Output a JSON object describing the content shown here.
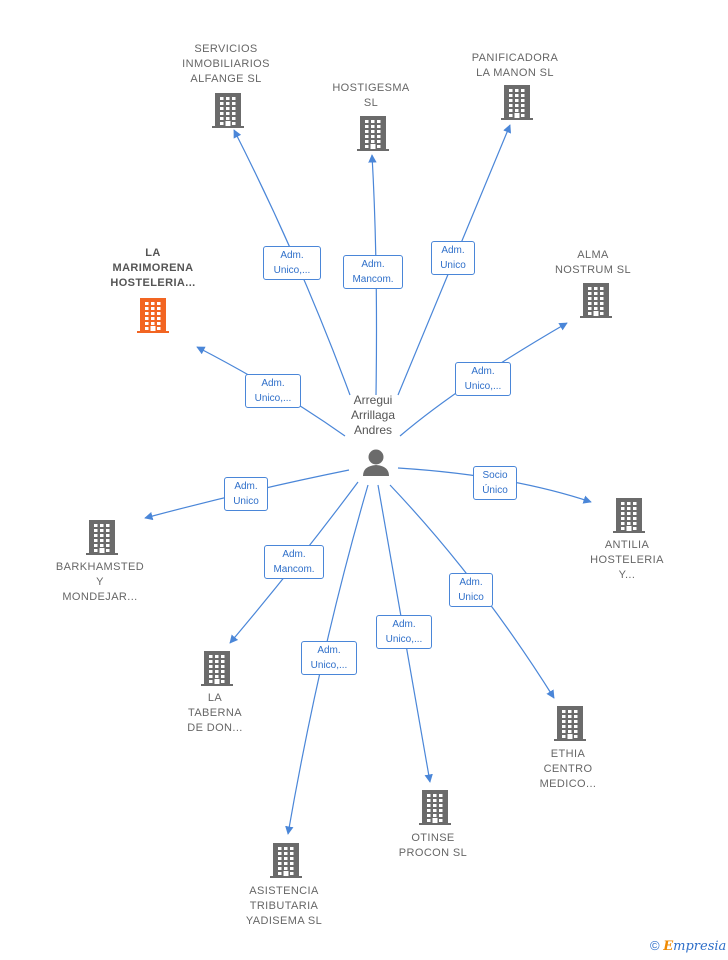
{
  "center": {
    "label": "Arregui\nArrillaga\nAndres"
  },
  "colors": {
    "edge": "#4a86d8",
    "building": "#6b6b6b",
    "highlight": "#f26522"
  },
  "companies": [
    {
      "id": "servicios",
      "label": "SERVICIOS\nINMOBILIARIOS\nALFANGE  SL",
      "role": "Adm.\nUnico,...",
      "highlight": false
    },
    {
      "id": "hostigesma",
      "label": "HOSTIGESMA\nSL",
      "role": "Adm.\nMancom.",
      "highlight": false
    },
    {
      "id": "panificadora",
      "label": "PANIFICADORA\nLA MANON  SL",
      "role": "Adm.\nUnico",
      "highlight": false
    },
    {
      "id": "alma",
      "label": "ALMA\nNOSTRUM SL",
      "role": "Adm.\nUnico,...",
      "highlight": false
    },
    {
      "id": "marimorena",
      "label": "LA\nMARIMORENA\nHOSTELERIA...",
      "role": "Adm.\nUnico,...",
      "highlight": true
    },
    {
      "id": "antilia",
      "label": "ANTILIA\nHOSTELERIA\nY...",
      "role": "Socio\nÚnico",
      "highlight": false
    },
    {
      "id": "barkhamsted",
      "label": "BARKHAMSTED\nY\nMONDEJAR...",
      "role": "Adm.\nUnico",
      "highlight": false
    },
    {
      "id": "taberna",
      "label": "LA\nTABERNA\nDE DON...",
      "role": "Adm.\nMancom.",
      "highlight": false
    },
    {
      "id": "ethia",
      "label": "ETHIA\nCENTRO\nMEDICO...",
      "role": "Adm.\nUnico",
      "highlight": false
    },
    {
      "id": "asistencia",
      "label": "ASISTENCIA\nTRIBUTARIA\nYADISEMA  SL",
      "role": "Adm.\nUnico,...",
      "highlight": false
    },
    {
      "id": "otinse",
      "label": "OTINSE\nPROCON  SL",
      "role": "Adm.\nUnico,...",
      "highlight": false
    }
  ],
  "brand": {
    "copyright": "©",
    "e": "E",
    "rest": "mpresia"
  }
}
